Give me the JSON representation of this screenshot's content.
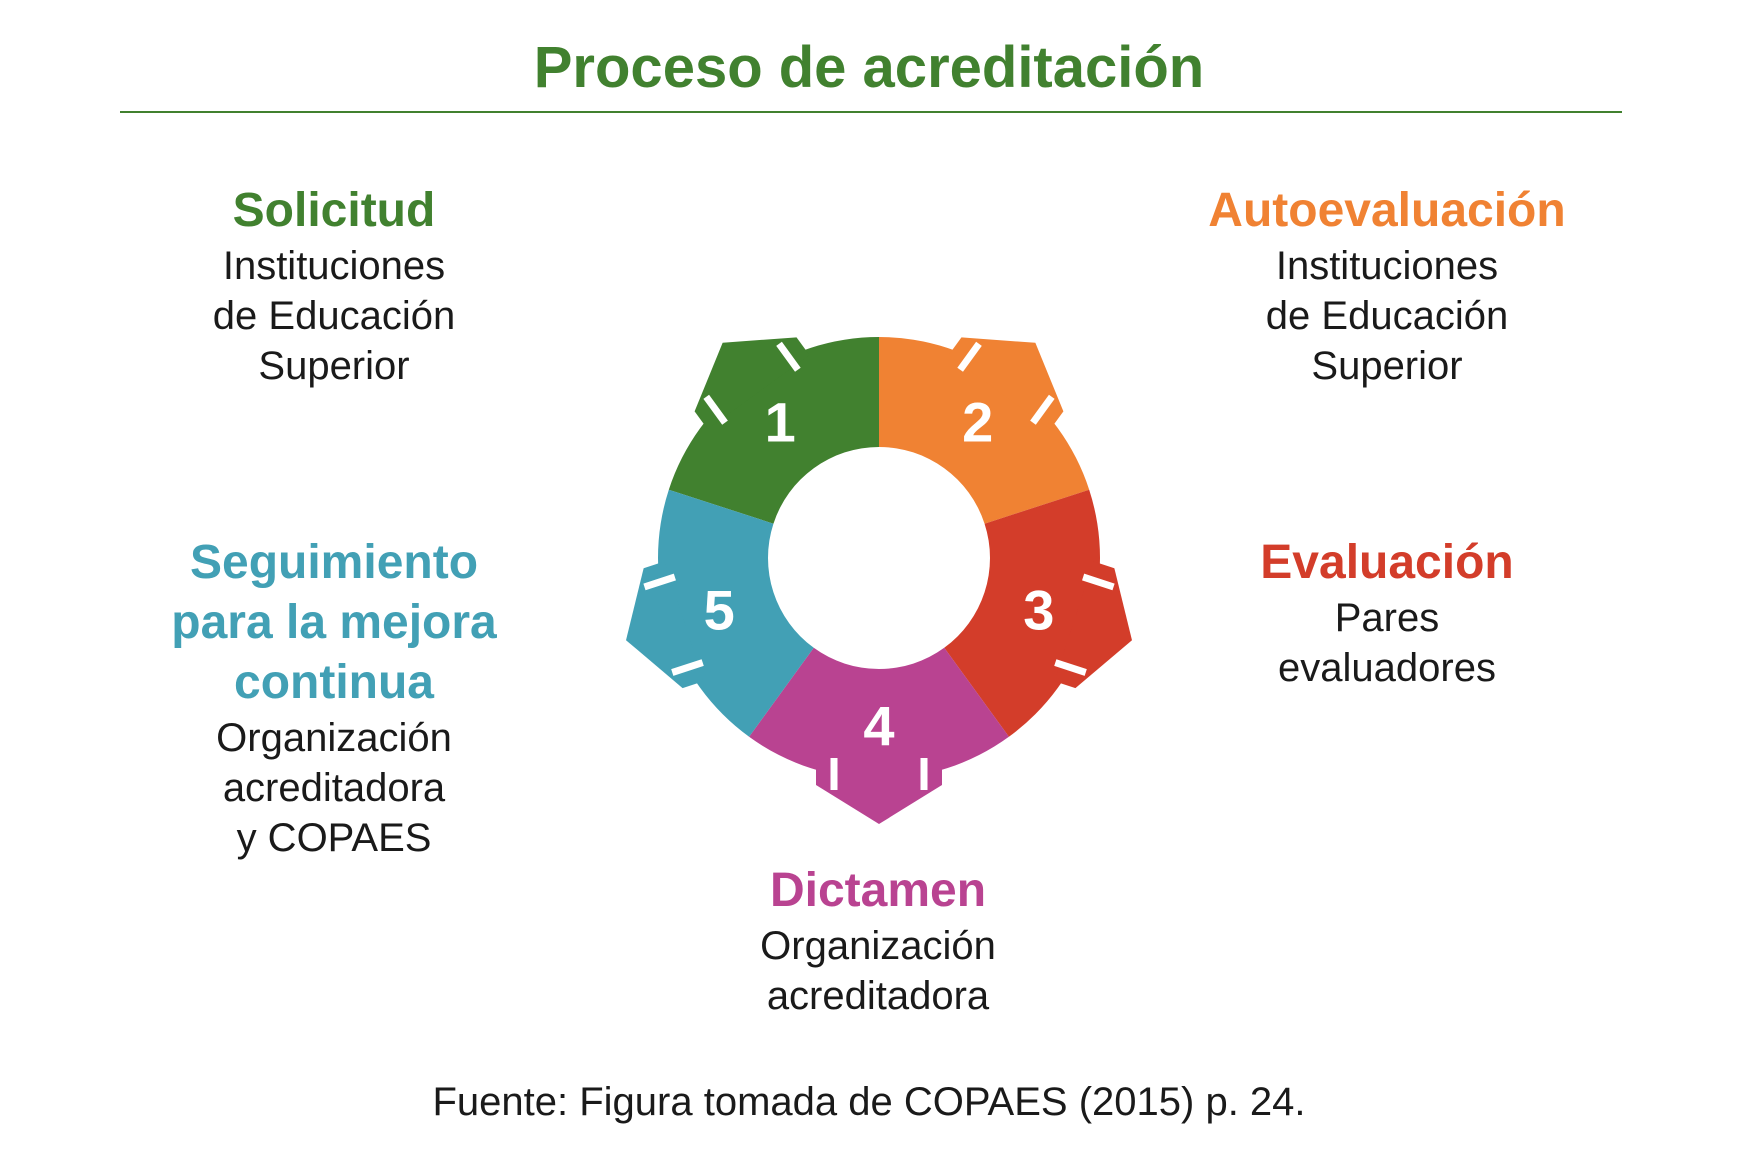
{
  "title": "Proceso de acreditación",
  "steps": [
    {
      "number": "1",
      "title": "Solicitud",
      "lines": [
        "Instituciones",
        "de Educación",
        "Superior"
      ],
      "color": "#41812f"
    },
    {
      "number": "2",
      "title": "Autoevaluación",
      "lines": [
        "Instituciones",
        "de Educación",
        "Superior"
      ],
      "color": "#f08233"
    },
    {
      "number": "3",
      "title": "Evaluación",
      "lines": [
        "Pares",
        "evaluadores"
      ],
      "color": "#d33d2a"
    },
    {
      "number": "4",
      "title": "Dictamen",
      "lines": [
        "Organización",
        "acreditadora"
      ],
      "color": "#b94391"
    },
    {
      "number": "5",
      "title_lines": [
        "Seguimiento",
        "para la mejora",
        "continua"
      ],
      "lines": [
        "Organización",
        "acreditadora",
        "y COPAES"
      ],
      "color": "#42a0b5"
    }
  ],
  "source": "Fuente: Figura tomada de COPAES (2015) p. 24."
}
